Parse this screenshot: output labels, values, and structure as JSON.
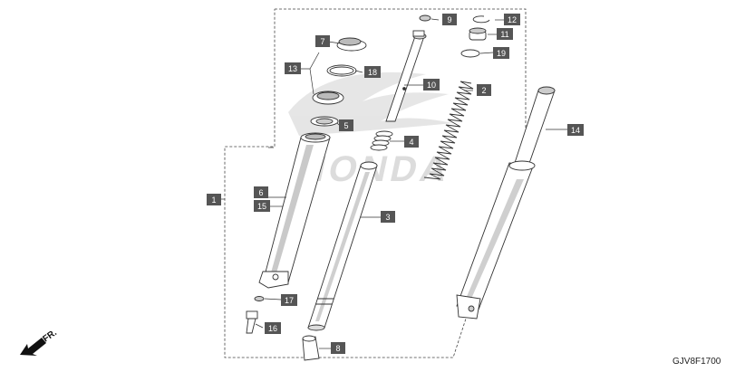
{
  "diagram": {
    "code": "GJV8F1700",
    "front_arrow_label": "FR.",
    "watermark_brand": "HONDA",
    "callouts": [
      "1",
      "2",
      "3",
      "4",
      "5",
      "6",
      "7",
      "8",
      "9",
      "10",
      "11",
      "12",
      "13",
      "14",
      "15",
      "16",
      "17",
      "18",
      "19"
    ],
    "colors": {
      "callout_fill": "#555555",
      "line": "#333333",
      "part_fill": "#ffffff",
      "shade": "#bcbcbc",
      "watermark": "#d9d9d9"
    }
  }
}
